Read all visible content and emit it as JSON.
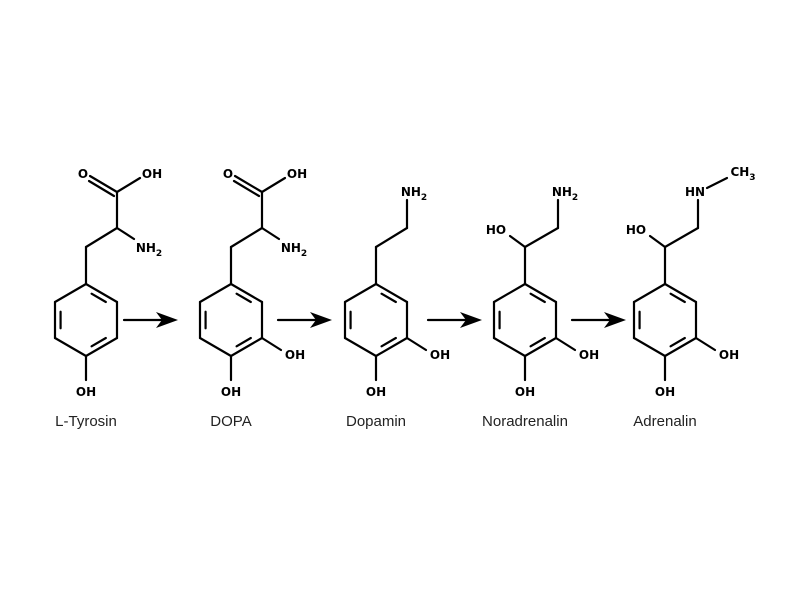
{
  "diagram": {
    "type": "biosynthesis pathway",
    "molecules": [
      {
        "name": "L-Tyrosin",
        "kind": "tyrosine",
        "labels": {
          "o": "O",
          "oh_acid": "OH",
          "amine": "NH",
          "amine_sub": "2",
          "oh_para": "OH"
        }
      },
      {
        "name": "DOPA",
        "kind": "dopa",
        "labels": {
          "o": "O",
          "oh_acid": "OH",
          "amine": "NH",
          "amine_sub": "2",
          "oh_para": "OH",
          "oh_meta": "OH"
        }
      },
      {
        "name": "Dopamin",
        "kind": "dopamine",
        "labels": {
          "amine": "NH",
          "amine_sub": "2",
          "oh_para": "OH",
          "oh_meta": "OH"
        }
      },
      {
        "name": "Noradrenalin",
        "kind": "noradrenaline",
        "labels": {
          "ho": "HO",
          "amine": "NH",
          "amine_sub": "2",
          "oh_para": "OH",
          "oh_meta": "OH"
        }
      },
      {
        "name": "Adrenalin",
        "kind": "adrenaline",
        "labels": {
          "ho": "HO",
          "amine": "HN",
          "methyl": "CH",
          "methyl_sub": "3",
          "oh_para": "OH",
          "oh_meta": "OH"
        }
      }
    ],
    "arrows": 4,
    "colors": {
      "ink": "#000000",
      "caption": "#222222"
    }
  }
}
